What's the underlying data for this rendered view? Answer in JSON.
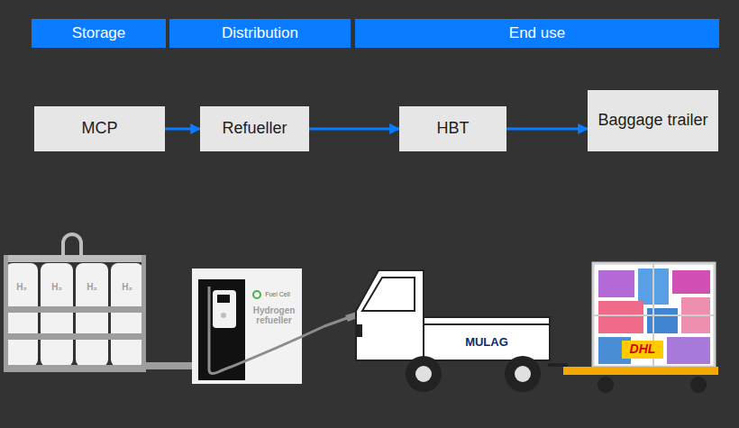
{
  "diagram": {
    "nodes": [
      {
        "text": [
          "Storage"
        ]
      },
      {
        "text": [
          "Distribution"
        ]
      },
      {
        "text": [
          "End use"
        ]
      },
      {
        "text": [
          "MCP"
        ]
      },
      {
        "text": [
          "Refueller"
        ]
      },
      {
        "text": [
          "HBT"
        ]
      },
      {
        "text": [
          "Baggage trailer"
        ]
      }
    ],
    "edges": [
      {
        "from": 3,
        "to": 4,
        "arrow": "to"
      },
      {
        "from": 4,
        "to": 5,
        "arrow": "to"
      },
      {
        "from": 5,
        "to": 6,
        "arrow": "to"
      }
    ],
    "labels": [
      "H₂",
      "H₂",
      "H₂",
      "H₂",
      "Fuel Cell",
      "Hydrogen refueller",
      "MULAG",
      "DHL"
    ]
  }
}
